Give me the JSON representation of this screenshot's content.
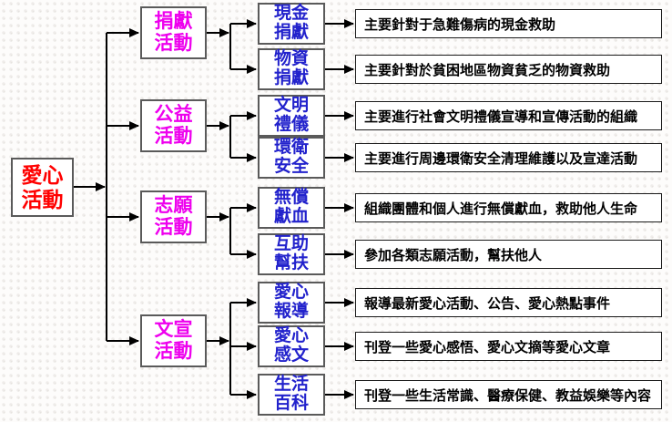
{
  "colors": {
    "root_text": "#FF0000",
    "category_text": "#EE00EE",
    "item_text": "#2222CC",
    "description_text": "#000000",
    "node_border": "#5A5A5A",
    "description_border": "#1A1A1A",
    "connector": "#000000",
    "node_fill": "#FFFFFF"
  },
  "root": {
    "label": "愛心活動",
    "lines": [
      "愛心",
      "活動"
    ]
  },
  "categories": [
    {
      "label": "捐獻活動",
      "lines": [
        "捐獻",
        "活動"
      ],
      "items": [
        {
          "label": "現金捐獻",
          "lines": [
            "現金",
            "捐獻"
          ],
          "description": "主要針對于急難傷病的現金救助"
        },
        {
          "label": "物資捐獻",
          "lines": [
            "物資",
            "捐獻"
          ],
          "description": "主要針對於貧困地區物資貧乏的物資救助"
        }
      ]
    },
    {
      "label": "公益活動",
      "lines": [
        "公益",
        "活動"
      ],
      "items": [
        {
          "label": "文明禮儀",
          "lines": [
            "文明",
            "禮儀"
          ],
          "description": "主要進行社會文明禮儀宣導和宣傳活動的組織"
        },
        {
          "label": "環衛安全",
          "lines": [
            "環衛",
            "安全"
          ],
          "description": "主要進行周邊環衛安全清理維護以及宣達活動"
        }
      ]
    },
    {
      "label": "志願活動",
      "lines": [
        "志願",
        "活動"
      ],
      "items": [
        {
          "label": "無償獻血",
          "lines": [
            "無償",
            "獻血"
          ],
          "description": "組織團體和個人進行無償獻血，救助他人生命"
        },
        {
          "label": "互助幫扶",
          "lines": [
            "互助",
            "幫扶"
          ],
          "description": "參加各類志願活動，幫扶他人"
        }
      ]
    },
    {
      "label": "文宣活動",
      "lines": [
        "文宣",
        "活動"
      ],
      "items": [
        {
          "label": "愛心報導",
          "lines": [
            "愛心",
            "報導"
          ],
          "description": "報導最新愛心活動、公告、愛心熱點事件"
        },
        {
          "label": "愛心感文",
          "lines": [
            "愛心",
            "感文"
          ],
          "description": "刊登一些愛心感悟、愛心文摘等愛心文章"
        },
        {
          "label": "生活百科",
          "lines": [
            "生活",
            "百科"
          ],
          "description": "刊登一些生活常識、醫療保健、教益娛樂等內容"
        }
      ]
    }
  ]
}
